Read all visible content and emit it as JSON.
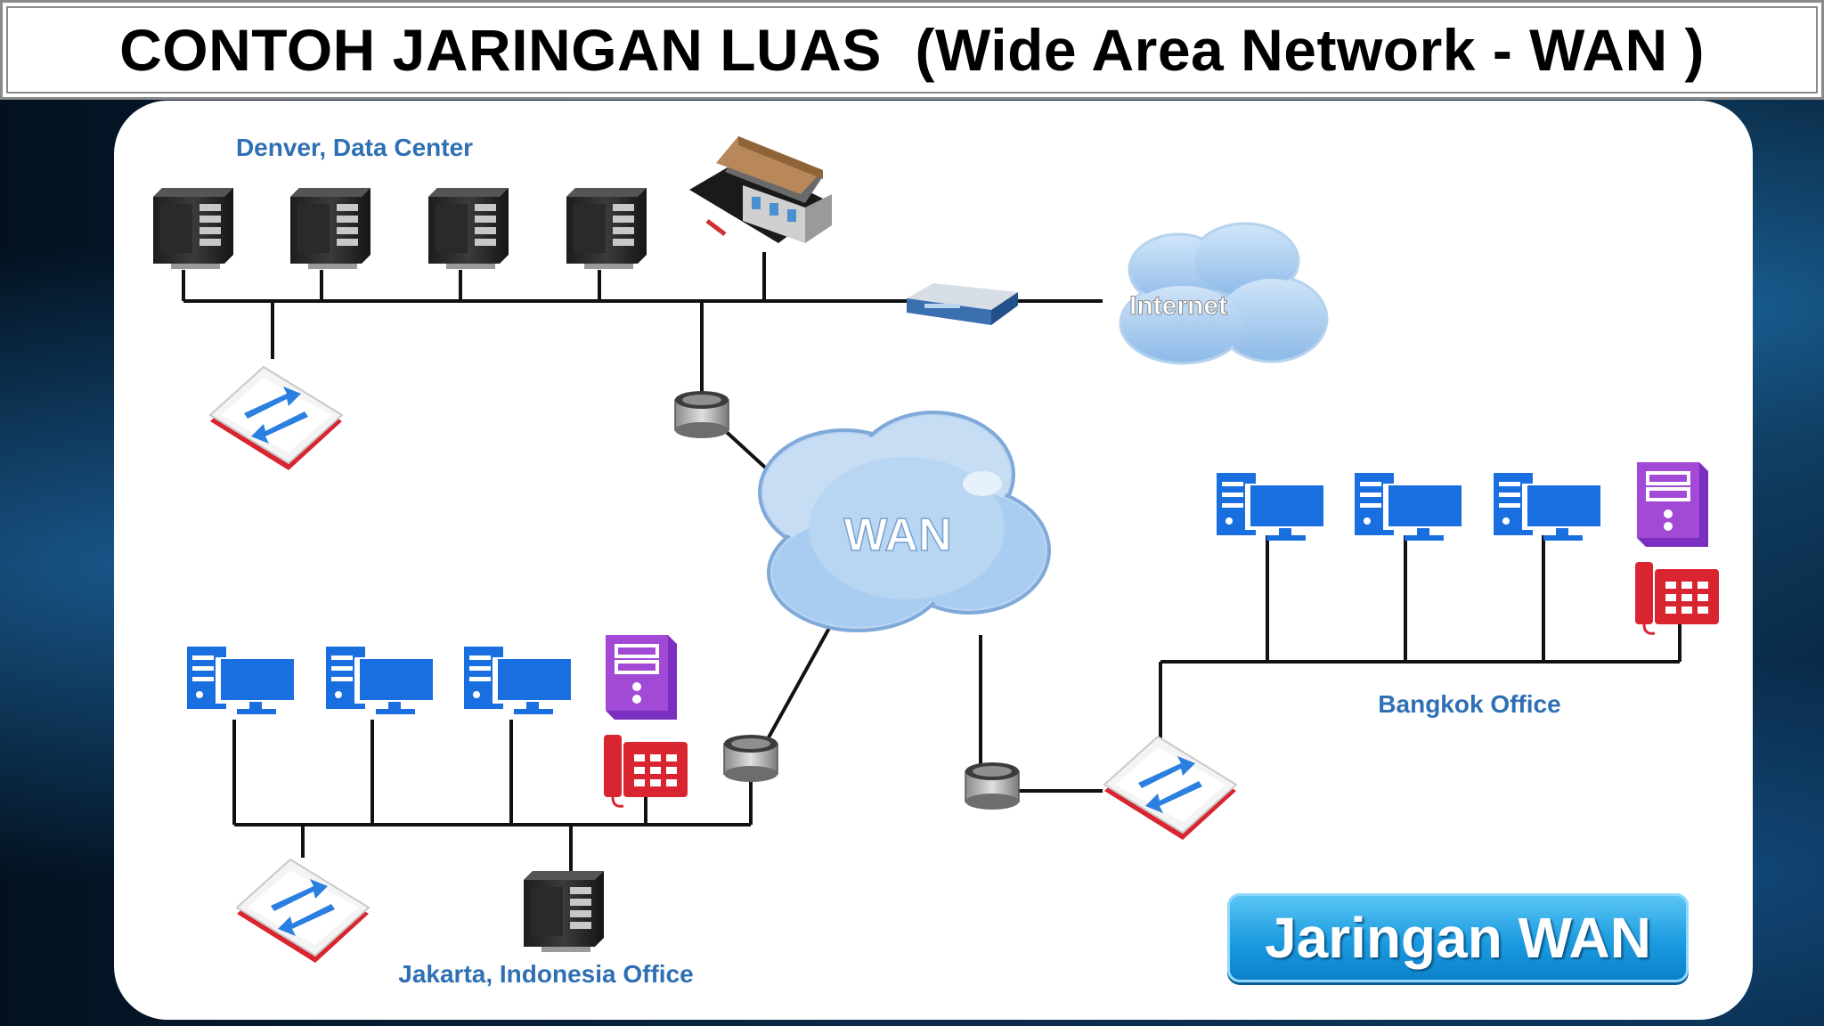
{
  "title": "CONTOH JARINGAN LUAS  (Wide Area Network - WAN )",
  "labels": {
    "denver": "Denver, Data Center",
    "jakarta": "Jakarta, Indonesia Office",
    "bangkok": "Bangkok Office",
    "wan": "WAN",
    "internet": "Internet"
  },
  "badge": "Jaringan WAN",
  "icons": [
    "server-icon",
    "building-icon",
    "modem-icon",
    "cloud-icon",
    "switch-icon",
    "router-icon",
    "desktop-computer-icon",
    "tower-pc-icon",
    "phone-icon"
  ],
  "colors": {
    "label_blue": "#2f6fb3",
    "computer_blue": "#1a6fe0",
    "pc_purple": "#a24ad6",
    "phone_red": "#d9252f",
    "badge_blue": "#1b9be0",
    "cloud_blue": "#a9cdf0"
  }
}
